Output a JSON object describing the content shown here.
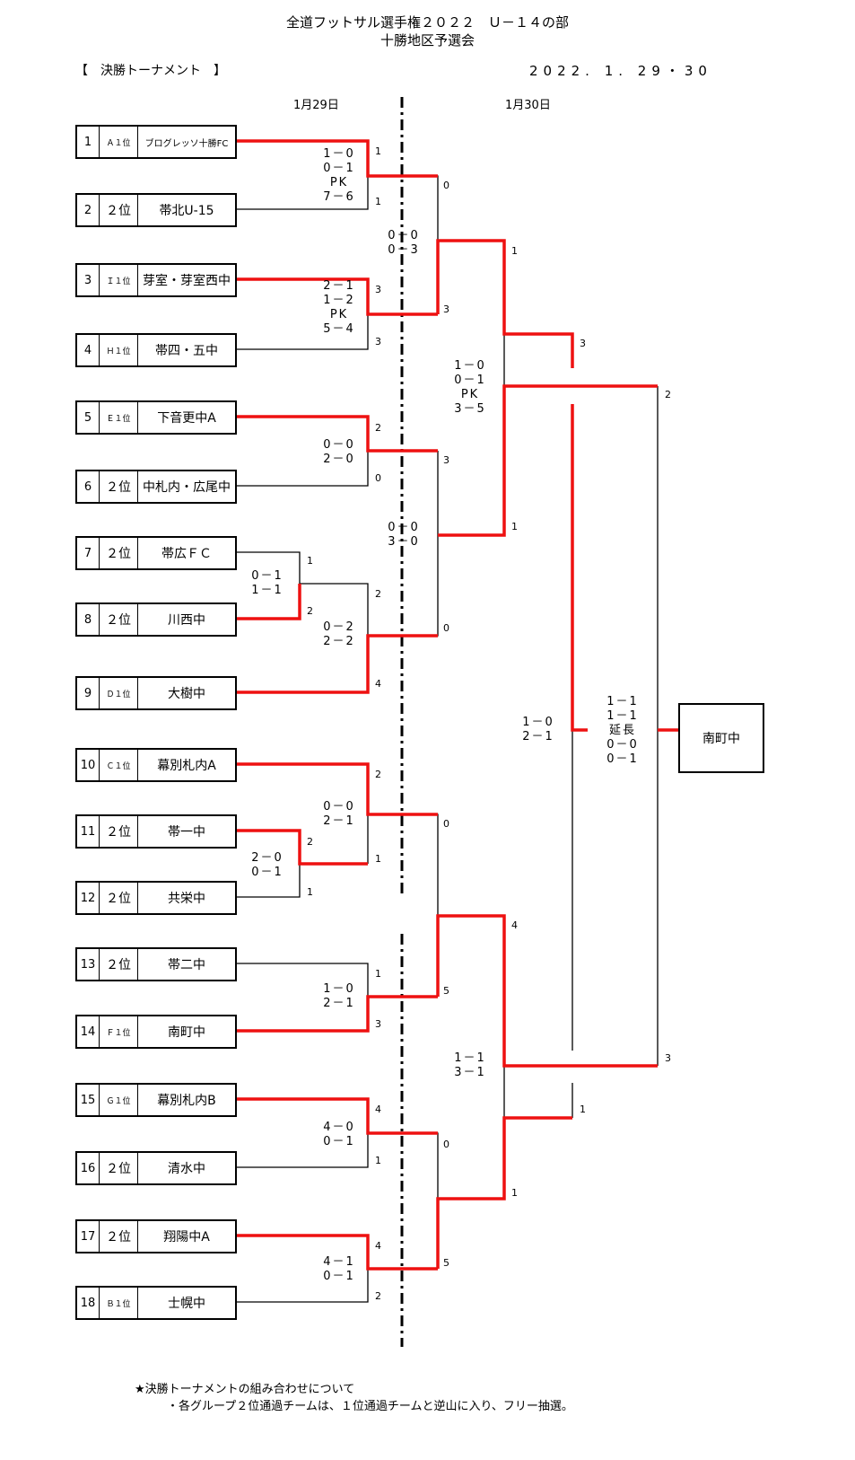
{
  "header": {
    "title_line1": "全道フットサル選手権２０２２　Ｕ－１４の部",
    "title_line2": "十勝地区予選会",
    "section": "【　決勝トーナメント　】",
    "dates": "2022. 1. 29・30",
    "day1": "1月29日",
    "day2": "1月30日"
  },
  "teams": [
    {
      "num": "1",
      "rank": "Ａ１位",
      "name": "ブログレッソ十勝FC"
    },
    {
      "num": "2",
      "rank": "２位",
      "name": "帯北U-15"
    },
    {
      "num": "3",
      "rank": "Ｉ１位",
      "name": "芽室・芽室西中"
    },
    {
      "num": "4",
      "rank": "Ｈ１位",
      "name": "帯四・五中"
    },
    {
      "num": "5",
      "rank": "Ｅ１位",
      "name": "下音更中A"
    },
    {
      "num": "6",
      "rank": "２位",
      "name": "中札内・広尾中"
    },
    {
      "num": "7",
      "rank": "２位",
      "name": "帯広ＦＣ"
    },
    {
      "num": "8",
      "rank": "２位",
      "name": "川西中"
    },
    {
      "num": "9",
      "rank": "Ｄ１位",
      "name": "大樹中"
    },
    {
      "num": "10",
      "rank": "Ｃ１位",
      "name": "幕別札内A"
    },
    {
      "num": "11",
      "rank": "２位",
      "name": "帯一中"
    },
    {
      "num": "12",
      "rank": "２位",
      "name": "共栄中"
    },
    {
      "num": "13",
      "rank": "２位",
      "name": "帯二中"
    },
    {
      "num": "14",
      "rank": "Ｆ１位",
      "name": "南町中"
    },
    {
      "num": "15",
      "rank": "Ｇ１位",
      "name": "幕別札内B"
    },
    {
      "num": "16",
      "rank": "２位",
      "name": "清水中"
    },
    {
      "num": "17",
      "rank": "２位",
      "name": "翔陽中A"
    },
    {
      "num": "18",
      "rank": "Ｂ１位",
      "name": "士幌中"
    }
  ],
  "scores": {
    "m1": "1－0\n0－1\nPK\n7－6",
    "m2": "2－1\n1－2\nPK\n5－4",
    "m3": "0－0\n2－0",
    "m4": "0－1\n1－1",
    "m5": "0－2\n2－2",
    "m6": "0－0\n2－1",
    "m7": "2－0\n0－1",
    "m8": "1－0\n2－1",
    "m9": "4－0\n0－1",
    "m10": "4－1\n0－1",
    "q1": "0－0\n0－3",
    "q2": "0－0\n3－0",
    "s1": "1－0\n0－1\nPK\n3－5",
    "s2": "1－1\n3－1",
    "f1": "1－0\n2－1",
    "final": "1－1\n1－1\n延長\n0－0\n0－1"
  },
  "points": {
    "p1": "1",
    "p2": "1",
    "p3": "3",
    "p4": "3",
    "p5": "2",
    "p6": "0",
    "p7": "1",
    "p8": "2",
    "p9": "2",
    "p10": "4",
    "p11": "2",
    "p12": "2",
    "p13": "1",
    "p14": "1",
    "p15": "1",
    "p16": "3",
    "p17": "4",
    "p18": "1",
    "p19": "4",
    "p20": "2",
    "q1": "0",
    "q2": "3",
    "q3": "3",
    "q4": "0",
    "q5": "0",
    "q6": "5",
    "q7": "0",
    "q8": "5",
    "r1": "1",
    "r2": "1",
    "r3": "4",
    "r4": "1",
    "t1": "3",
    "t2": "2",
    "t3": "3",
    "t4": "1"
  },
  "champion": "南町中",
  "notes": {
    "line1": "★決勝トーナメントの組み合わせについて",
    "line2": "・各グループ２位通過チームは、１位通過チームと逆山に入り、フリー抽選。"
  },
  "colors": {
    "winner_line": "#ee1111",
    "line": "#000000"
  }
}
